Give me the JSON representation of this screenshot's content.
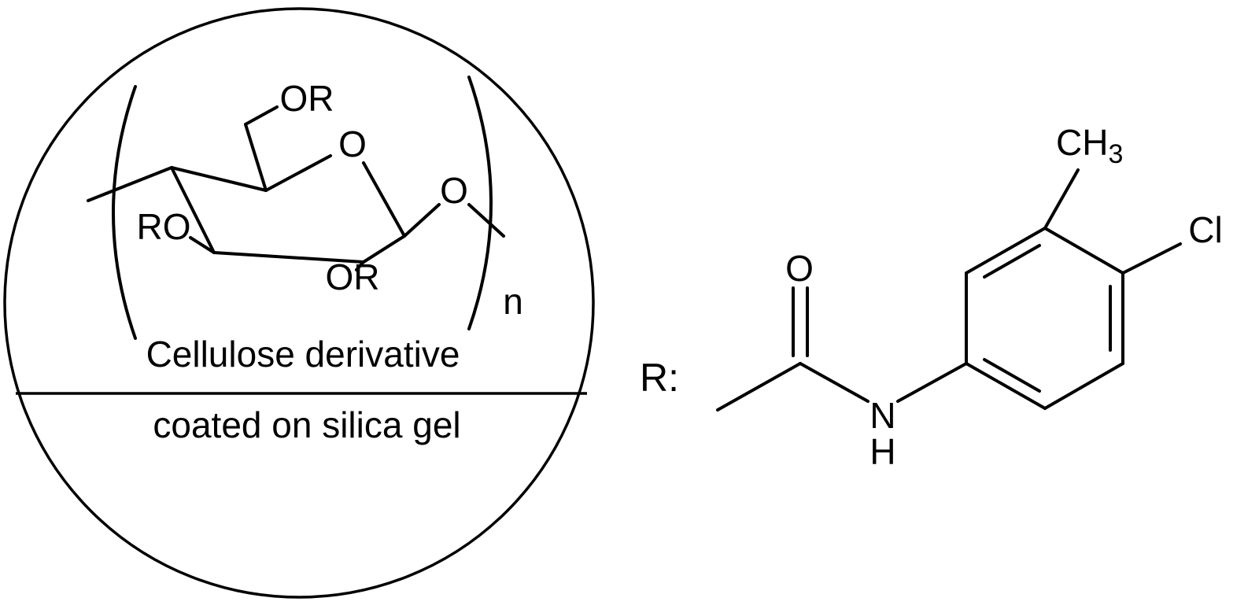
{
  "left_panel": {
    "caption_top": "Cellulose derivative",
    "caption_bottom": "coated on silica gel",
    "labels": {
      "or_top": "OR",
      "ring_oxygen": "O",
      "glycosidic_oxygen": "O",
      "ro_left": "RO",
      "or_bottom": "OR",
      "repeat_index": "n"
    }
  },
  "right_panel": {
    "r_label": "R:",
    "carbonyl_oxygen": "O",
    "amide_nitrogen": "N",
    "amide_hydrogen": "H",
    "methyl_base": "CH",
    "methyl_subscript": "3",
    "chlorine": "Cl"
  },
  "colors": {
    "ink": "#000000",
    "background": "#ffffff"
  }
}
